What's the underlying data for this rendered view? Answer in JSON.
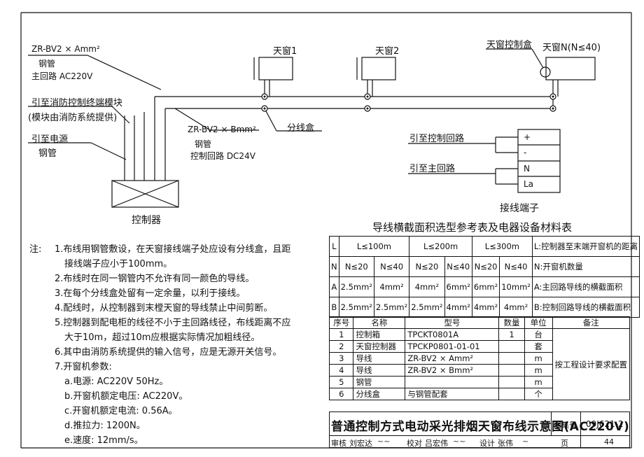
{
  "drawing": {
    "main_cable": "ZR-BV2 × Amm²",
    "main_pipe": "钢管",
    "main_circuit": "主回路 AC220V",
    "fire_link_1": "引至消防控制终端模块",
    "fire_link_2": "(模块由消防系统提供)",
    "power_link": "引至电源",
    "power_pipe": "钢管",
    "ctrl_cable": "ZR-BV2 × Bmm²",
    "ctrl_pipe": "钢管",
    "ctrl_circuit": "控制回路 DC24V",
    "junction_box": "分线盒",
    "window_1": "天窗1",
    "window_2": "天窗2",
    "window_n": "天窗N(N≤40)",
    "window_ctrl_box": "天窗控制盒",
    "controller": "控制器",
    "to_ctrl_circuit": "引至控制回路",
    "to_main_circuit": "引至主回路",
    "terminals": [
      "+",
      "-",
      "N",
      "La"
    ],
    "terminal_title": "接线端子"
  },
  "table_title": "导线横截面积选型参考表及电器设备材料表",
  "ref_table": {
    "rows": [
      {
        "key": "L",
        "cells": [
          "L≤100m",
          "L≤200m",
          "L≤300m"
        ],
        "desc": "L:控制器至末端开窗机的距离"
      },
      {
        "key": "N",
        "cells": [
          "N≤20",
          "N≤40",
          "N≤20",
          "N≤40",
          "N≤20",
          "N≤40"
        ],
        "desc": "N:开窗机数量"
      },
      {
        "key": "A",
        "cells": [
          "2.5mm²",
          "4mm²",
          "4mm²",
          "6mm²",
          "6mm²",
          "10mm²"
        ],
        "desc": "A:主回路导线的横截面积"
      },
      {
        "key": "B",
        "cells": [
          "2.5mm²",
          "2.5mm²",
          "2.5mm²",
          "4mm²",
          "4mm²",
          "4mm²"
        ],
        "desc": "B:控制回路导线的横截面积"
      }
    ]
  },
  "materials": {
    "headers": [
      "序号",
      "名称",
      "型号",
      "数量",
      "单位",
      "备注"
    ],
    "rows": [
      [
        "1",
        "控制箱",
        "TPCKT0801A",
        "1",
        "台"
      ],
      [
        "2",
        "天窗控制器",
        "TPCKP0801-01-01",
        "",
        "套"
      ],
      [
        "3",
        "导线",
        "ZR-BV2 × Amm²",
        "",
        "m"
      ],
      [
        "4",
        "导线",
        "ZR-BV2 × Bmm²",
        "",
        "m"
      ],
      [
        "5",
        "钢管",
        "",
        "",
        "m"
      ],
      [
        "6",
        "分线盒",
        "与钢管配套",
        "",
        "个"
      ]
    ],
    "remark": "按工程设计要求配置"
  },
  "notes_label": "注:",
  "notes": [
    "1.布线用钢管敷设，在天窗接线端子处应设有分线盒，且距",
    "接线端子应小于100mm。",
    "2.布线时在同一钢管内不允许有同一颜色的导线。",
    "3.在每个分线盒处留有一定余量，以利于接线。",
    "4.配线时，从控制器到末樘天窗的导线禁止中间剪断。",
    "5.控制器到配电柜的线径不小于主回路线径，布线距离不应",
    "大于10m，超过10m应根据实际情况加粗线径。",
    "6.其中由消防系统提供的输入信号，应是无源开关信号。",
    "7.开窗机参数:",
    "a.电源: AC220V 50Hz。",
    "b.开窗机额定电压: AC220V。",
    "c.开窗机额定电流: 0.56A。",
    "d.推拉力: 1200N。",
    "e.速度: 12mm/s。"
  ],
  "title_block": {
    "title": "普通控制方式电动采光排烟天窗布线示意图(AC220V)",
    "atlas_label": "图集号",
    "atlas_no": "09J621-2",
    "review": "审核",
    "reviewer": "刘宏达",
    "check": "校对",
    "checker": "吕宏伟",
    "design": "设计",
    "designer": "张伟",
    "page_label": "页",
    "page_no": "44"
  }
}
